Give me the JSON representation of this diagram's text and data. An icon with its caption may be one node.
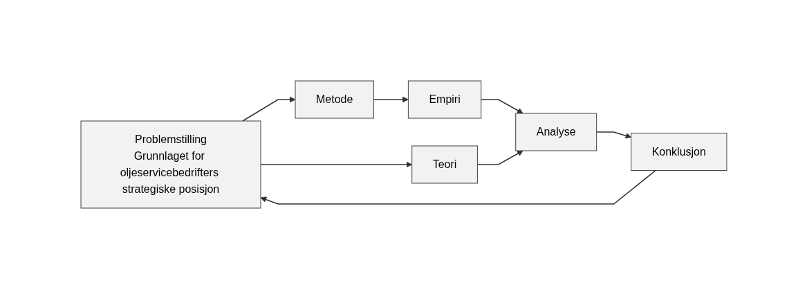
{
  "diagram": {
    "nodes": [
      {
        "text": [
          "Problemstilling",
          "Grunnlaget for oljeservicebedrifters strategiske posisjon"
        ]
      },
      {
        "text": [
          "Metode"
        ]
      },
      {
        "text": [
          "Teori"
        ]
      },
      {
        "text": [
          "Empiri"
        ]
      },
      {
        "text": [
          "Analyse"
        ]
      },
      {
        "text": [
          "Konklusjon"
        ]
      }
    ],
    "edges": [
      {
        "from": 0,
        "to": 1,
        "arrow": "to"
      },
      {
        "from": 0,
        "to": 2,
        "arrow": "to"
      },
      {
        "from": 1,
        "to": 3,
        "arrow": "to"
      },
      {
        "from": 3,
        "to": 4,
        "arrow": "to"
      },
      {
        "from": 2,
        "to": 4,
        "arrow": "to"
      },
      {
        "from": 4,
        "to": 5,
        "arrow": "to"
      },
      {
        "from": 5,
        "to": 0,
        "arrow": "to"
      }
    ]
  }
}
